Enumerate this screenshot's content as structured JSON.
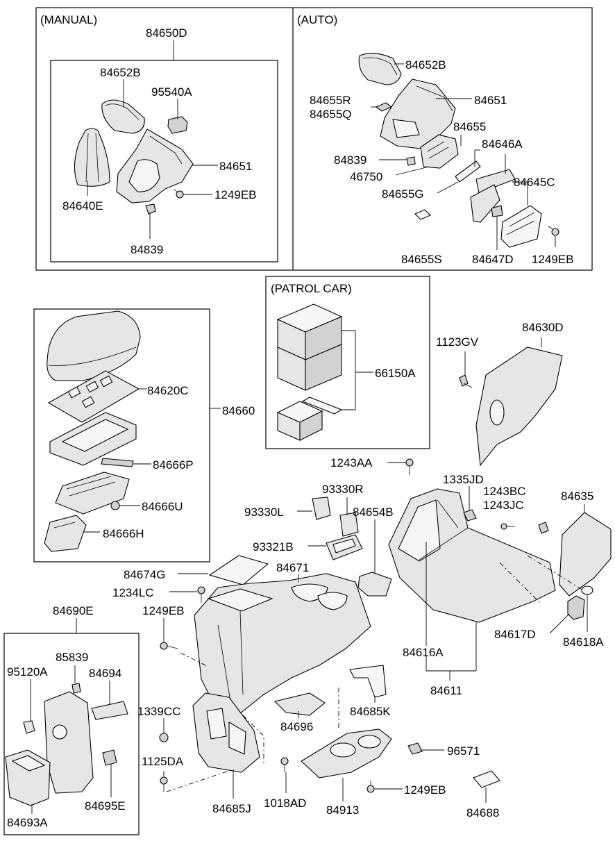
{
  "sections": {
    "manual": "(MANUAL)",
    "auto": "(AUTO)",
    "patrol": "(PATROL CAR)"
  },
  "labels": {
    "l84650D": "84650D",
    "l84652B_m": "84652B",
    "l95540A": "95540A",
    "l84651_m": "84651",
    "l84640E": "84640E",
    "l1249EB_m": "1249EB",
    "l84839_m": "84839",
    "l84652B_a": "84652B",
    "l84655R": "84655R",
    "l84655Q": "84655Q",
    "l84651_a": "84651",
    "l84655": "84655",
    "l84646A": "84646A",
    "l84839_a": "84839",
    "l46750": "46750",
    "l84645C": "84645C",
    "l84655G": "84655G",
    "l84655S": "84655S",
    "l84647D": "84647D",
    "l1249EB_a": "1249EB",
    "l84620C": "84620C",
    "l84660": "84660",
    "l84666P": "84666P",
    "l84666U": "84666U",
    "l84666H": "84666H",
    "l66150A": "66150A",
    "l1123GV": "1123GV",
    "l84630D": "84630D",
    "l1243AA": "1243AA",
    "l93330R": "93330R",
    "l1335JD": "1335JD",
    "l1243BC": "1243BC",
    "l1243JC": "1243JC",
    "l84635": "84635",
    "l93330L": "93330L",
    "l84654B": "84654B",
    "l93321B": "93321B",
    "l84674G": "84674G",
    "l84671": "84671",
    "l1234LC": "1234LC",
    "l84690E": "84690E",
    "l1249EB_b1": "1249EB",
    "l84617D": "84617D",
    "l84618A": "84618A",
    "l84616A": "84616A",
    "l85839": "85839",
    "l95120A": "95120A",
    "l84694": "84694",
    "l84611": "84611",
    "l1339CC": "1339CC",
    "l84685K": "84685K",
    "l84696": "84696",
    "l96571": "96571",
    "l1125DA": "1125DA",
    "l84695E": "84695E",
    "l1249EB_b2": "1249EB",
    "l84693A": "84693A",
    "l84685J": "84685J",
    "l1018AD": "1018AD",
    "l84913": "84913",
    "l84688": "84688"
  }
}
